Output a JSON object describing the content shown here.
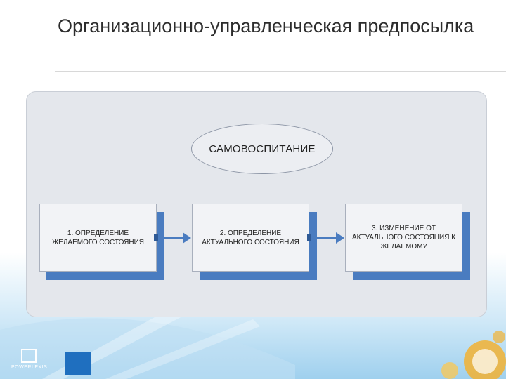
{
  "slide": {
    "title": "Организационно-управленческая предпосылка"
  },
  "diagram": {
    "top_node": "САМОВОСПИТАНИЕ",
    "steps": [
      {
        "label": "1. ОПРЕДЕЛЕНИЕ ЖЕЛАЕМОГО СОСТОЯНИЯ"
      },
      {
        "label": "2. ОПРЕДЕЛЕНИЕ АКТУАЛЬНОГО СОСТОЯНИЯ"
      },
      {
        "label": "3. ИЗМЕНЕНИЕ ОТ АКТУАЛЬНОГО СОСТОЯНИЯ К ЖЕЛАЕМОМУ"
      }
    ],
    "colors": {
      "accent": "#4a7cc0",
      "panel": "#e4e7ec"
    }
  },
  "footer": {
    "logo_text": "POWERLEXIS"
  }
}
